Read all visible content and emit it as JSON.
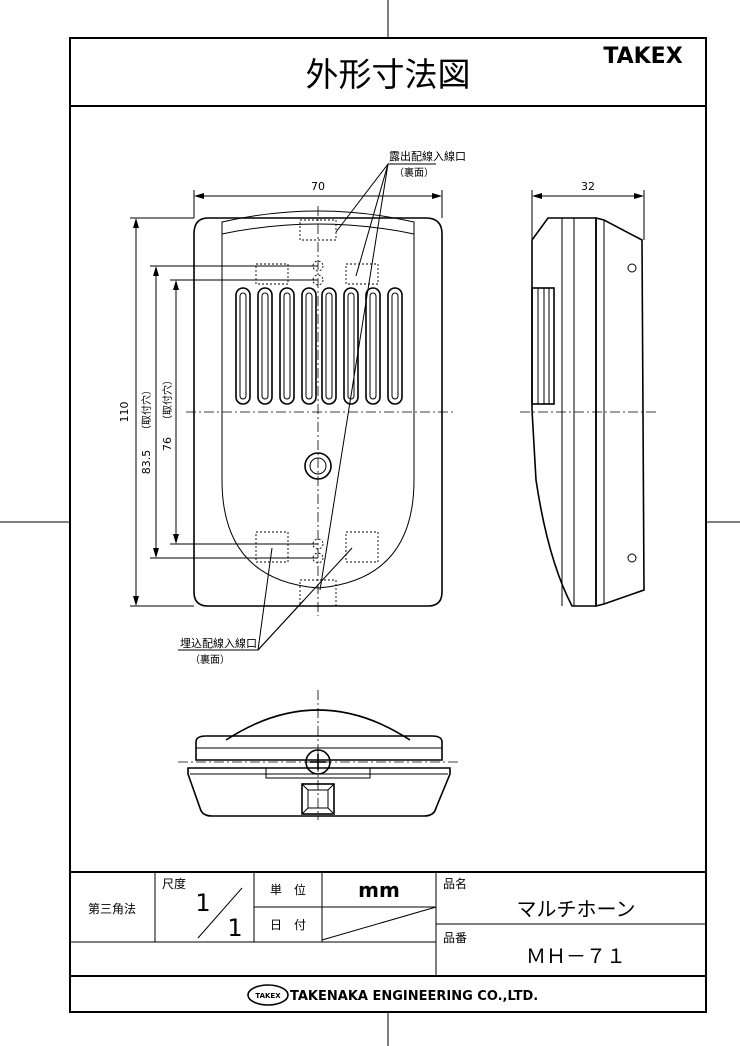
{
  "title": "外形寸法図",
  "brand": "TAKEX",
  "labels": {
    "exposed_entry": "露出配線入線口",
    "exposed_entry_note": "（裏面）",
    "embedded_entry": "埋込配線入線口",
    "embedded_entry_note": "（裏面）"
  },
  "dimensions": {
    "width": "70",
    "depth": "32",
    "height": "110",
    "mount1": "83.5",
    "mount1_note": "（取付穴）",
    "mount2": "76",
    "mount2_note": "（取付穴）"
  },
  "titleblock": {
    "projection": "第三角法",
    "scale_label": "尺度",
    "scale_num": "1",
    "scale_den": "1",
    "unit_label": "単　位",
    "unit_value": "mm",
    "date_label": "日　付",
    "name_label": "品名",
    "name_value": "マルチホーン",
    "number_label": "品番",
    "number_value": "ＭＨ－７１",
    "company_logo": "TAKEX",
    "company": "TAKENAKA ENGINEERING CO.,LTD."
  }
}
